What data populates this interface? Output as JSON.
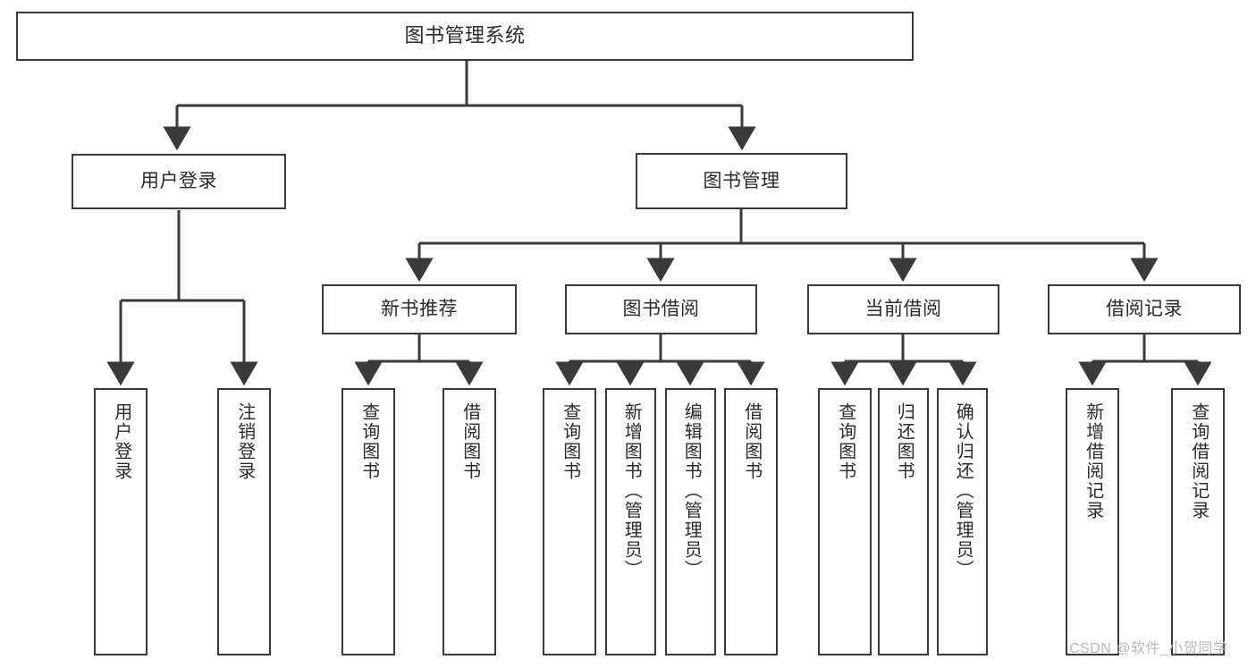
{
  "diagram": {
    "type": "tree-hierarchy",
    "title": "图书管理系统",
    "watermark": "CSDN @软件_小贺同学",
    "colors": {
      "stroke": "#3a3a3a",
      "text": "#2b2b2b",
      "background": "#ffffff",
      "watermark": "#b9b9b9"
    },
    "nodes": {
      "root": {
        "label": "图书管理系统"
      },
      "level2": [
        {
          "id": "user-login",
          "label": "用户登录"
        },
        {
          "id": "book-manage",
          "label": "图书管理"
        }
      ],
      "level3": [
        {
          "id": "new-book-rec",
          "label": "新书推荐"
        },
        {
          "id": "book-borrow",
          "label": "图书借阅"
        },
        {
          "id": "current-borrow",
          "label": "当前借阅"
        },
        {
          "id": "borrow-record",
          "label": "借阅记录"
        }
      ],
      "leaves": [
        {
          "id": "leaf-user-login",
          "label": "用户登录",
          "parent": "user-login"
        },
        {
          "id": "leaf-logout",
          "label": "注销登录",
          "parent": "user-login"
        },
        {
          "id": "leaf-query-book-1",
          "label": "查询图书",
          "parent": "new-book-rec"
        },
        {
          "id": "leaf-borrow-book-1",
          "label": "借阅图书",
          "parent": "new-book-rec"
        },
        {
          "id": "leaf-query-book-2",
          "label": "查询图书",
          "parent": "book-borrow"
        },
        {
          "id": "leaf-add-book",
          "label": "新增图书（管理员）",
          "parent": "book-borrow"
        },
        {
          "id": "leaf-edit-book",
          "label": "编辑图书（管理员）",
          "parent": "book-borrow"
        },
        {
          "id": "leaf-borrow-book-2",
          "label": "借阅图书",
          "parent": "book-borrow"
        },
        {
          "id": "leaf-query-book-3",
          "label": "查询图书",
          "parent": "current-borrow"
        },
        {
          "id": "leaf-return-book",
          "label": "归还图书",
          "parent": "current-borrow"
        },
        {
          "id": "leaf-confirm-return",
          "label": "确认归还（管理员）",
          "parent": "current-borrow"
        },
        {
          "id": "leaf-add-record",
          "label": "新增借阅记录",
          "parent": "borrow-record"
        },
        {
          "id": "leaf-query-record",
          "label": "查询借阅记录",
          "parent": "borrow-record"
        }
      ]
    }
  }
}
